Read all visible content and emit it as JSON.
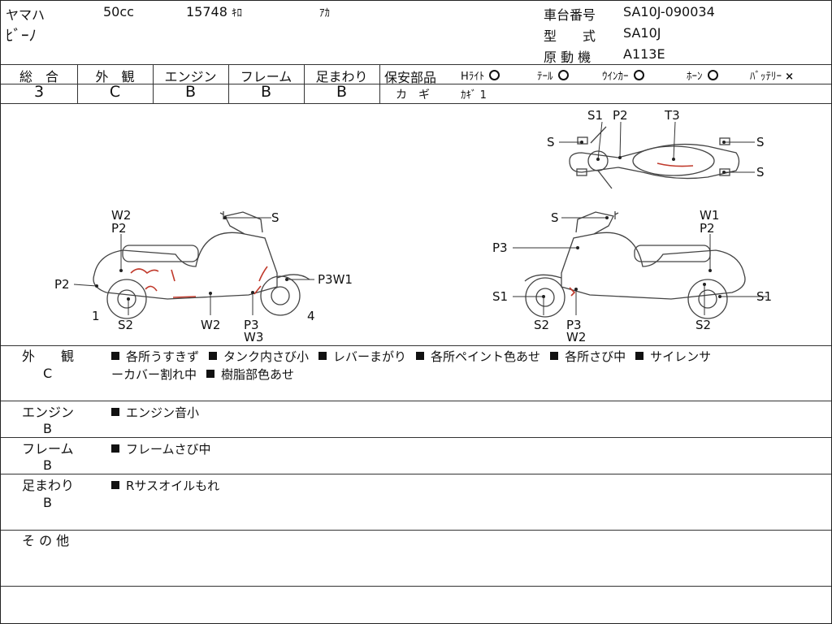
{
  "header": {
    "maker": "ヤマハ",
    "displacement": "50cc",
    "mileage": "15748",
    "mileage_unit": "ｷﾛ",
    "color": "ｱｶ",
    "model_name": "ﾋﾞｰﾉ",
    "chassis_label": "車台番号",
    "chassis_value": "SA10J-090034",
    "type_label": "型　　式",
    "type_value": "SA10J",
    "engine_label": "原 動 機",
    "engine_value": "A113E"
  },
  "grades": {
    "items": [
      {
        "label": "総　合",
        "value": "3"
      },
      {
        "label": "外　観",
        "value": "C"
      },
      {
        "label": "エンジン",
        "value": "B"
      },
      {
        "label": "フレーム",
        "value": "B"
      },
      {
        "label": "足まわり",
        "value": "B"
      }
    ]
  },
  "safety": {
    "title": "保安部品",
    "items": [
      {
        "label": "Hﾗｲﾄ",
        "icon": "circle-icon"
      },
      {
        "label": "ﾃｰﾙ",
        "icon": "circle-icon"
      },
      {
        "label": "ｳｲﾝｶｰ",
        "icon": "circle-icon"
      },
      {
        "label": "ﾎｰﾝ",
        "icon": "circle-icon"
      },
      {
        "label": "ﾊﾞｯﾃﾘｰ",
        "icon": "cross-icon"
      }
    ],
    "key_label": "カ　ギ",
    "key_value": "ｶｷﾞ 1"
  },
  "diagram": {
    "top": {
      "s_left": "S",
      "s1": "S1",
      "p2": "P2",
      "t3": "T3",
      "s_right_a": "S",
      "s_right_b": "S"
    },
    "left": {
      "w2": "W2",
      "p2_top": "P2",
      "s": "S",
      "p2_side": "P2",
      "p3w1": "P3W1",
      "n1": "1",
      "s2": "S2",
      "w2_bottom": "W2",
      "p3": "P3",
      "w3": "W3",
      "n4": "4"
    },
    "right": {
      "s": "S",
      "w1": "W1",
      "p2": "P2",
      "p3": "P3",
      "s1_left": "S1",
      "s1_right": "S1",
      "s2_left": "S2",
      "p3_bottom": "P3",
      "w2": "W2",
      "s2_right": "S2"
    },
    "damage_color": "#c0392b"
  },
  "notes": {
    "exterior": {
      "label": "外　　観",
      "grade": "C",
      "items": [
        "各所うすきず",
        "タンク内さび小",
        "レバーまがり",
        "各所ペイント色あせ",
        "各所さび中",
        "サイレンサ"
      ],
      "continuation": "ーカバー割れ中",
      "items2": [
        "樹脂部色あせ"
      ]
    },
    "engine": {
      "label": "エンジン",
      "grade": "B",
      "items": [
        "エンジン音小"
      ]
    },
    "frame": {
      "label": "フレーム",
      "grade": "B",
      "items": [
        "フレームさび中"
      ]
    },
    "suspension": {
      "label": "足まわり",
      "grade": "B",
      "items": [
        "Rサスオイルもれ"
      ]
    },
    "other": {
      "label": "そ の 他"
    }
  }
}
